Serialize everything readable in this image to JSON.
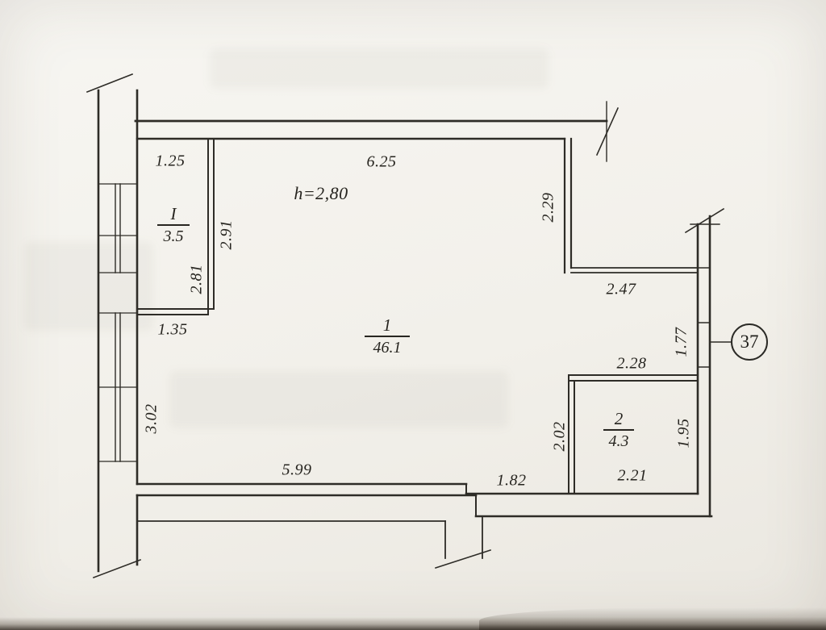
{
  "colors": {
    "ink": "#2b2a26",
    "paper": "#f2f0ea"
  },
  "plan": {
    "apartment_number": "37",
    "height_note": "h=2,80",
    "rooms": [
      {
        "number": "1",
        "area": "46.1"
      },
      {
        "number": "I",
        "area": "3.5"
      },
      {
        "number": "2",
        "area": "4.3"
      }
    ],
    "dimensions": {
      "room_i_top": "1.25",
      "room_i_right": "2.91",
      "room_i_inner": "2.81",
      "room_i_bottom": "1.35",
      "top_wall": "6.25",
      "hall_right": "2.29",
      "hall_bottom": "2.47",
      "right_window": "1.77",
      "room2_top": "2.28",
      "room2_left": "2.02",
      "room2_right": "1.95",
      "room2_bottom": "2.21",
      "bottom_step": "1.82",
      "bottom_wall": "5.99",
      "left_wall": "3.02"
    }
  }
}
